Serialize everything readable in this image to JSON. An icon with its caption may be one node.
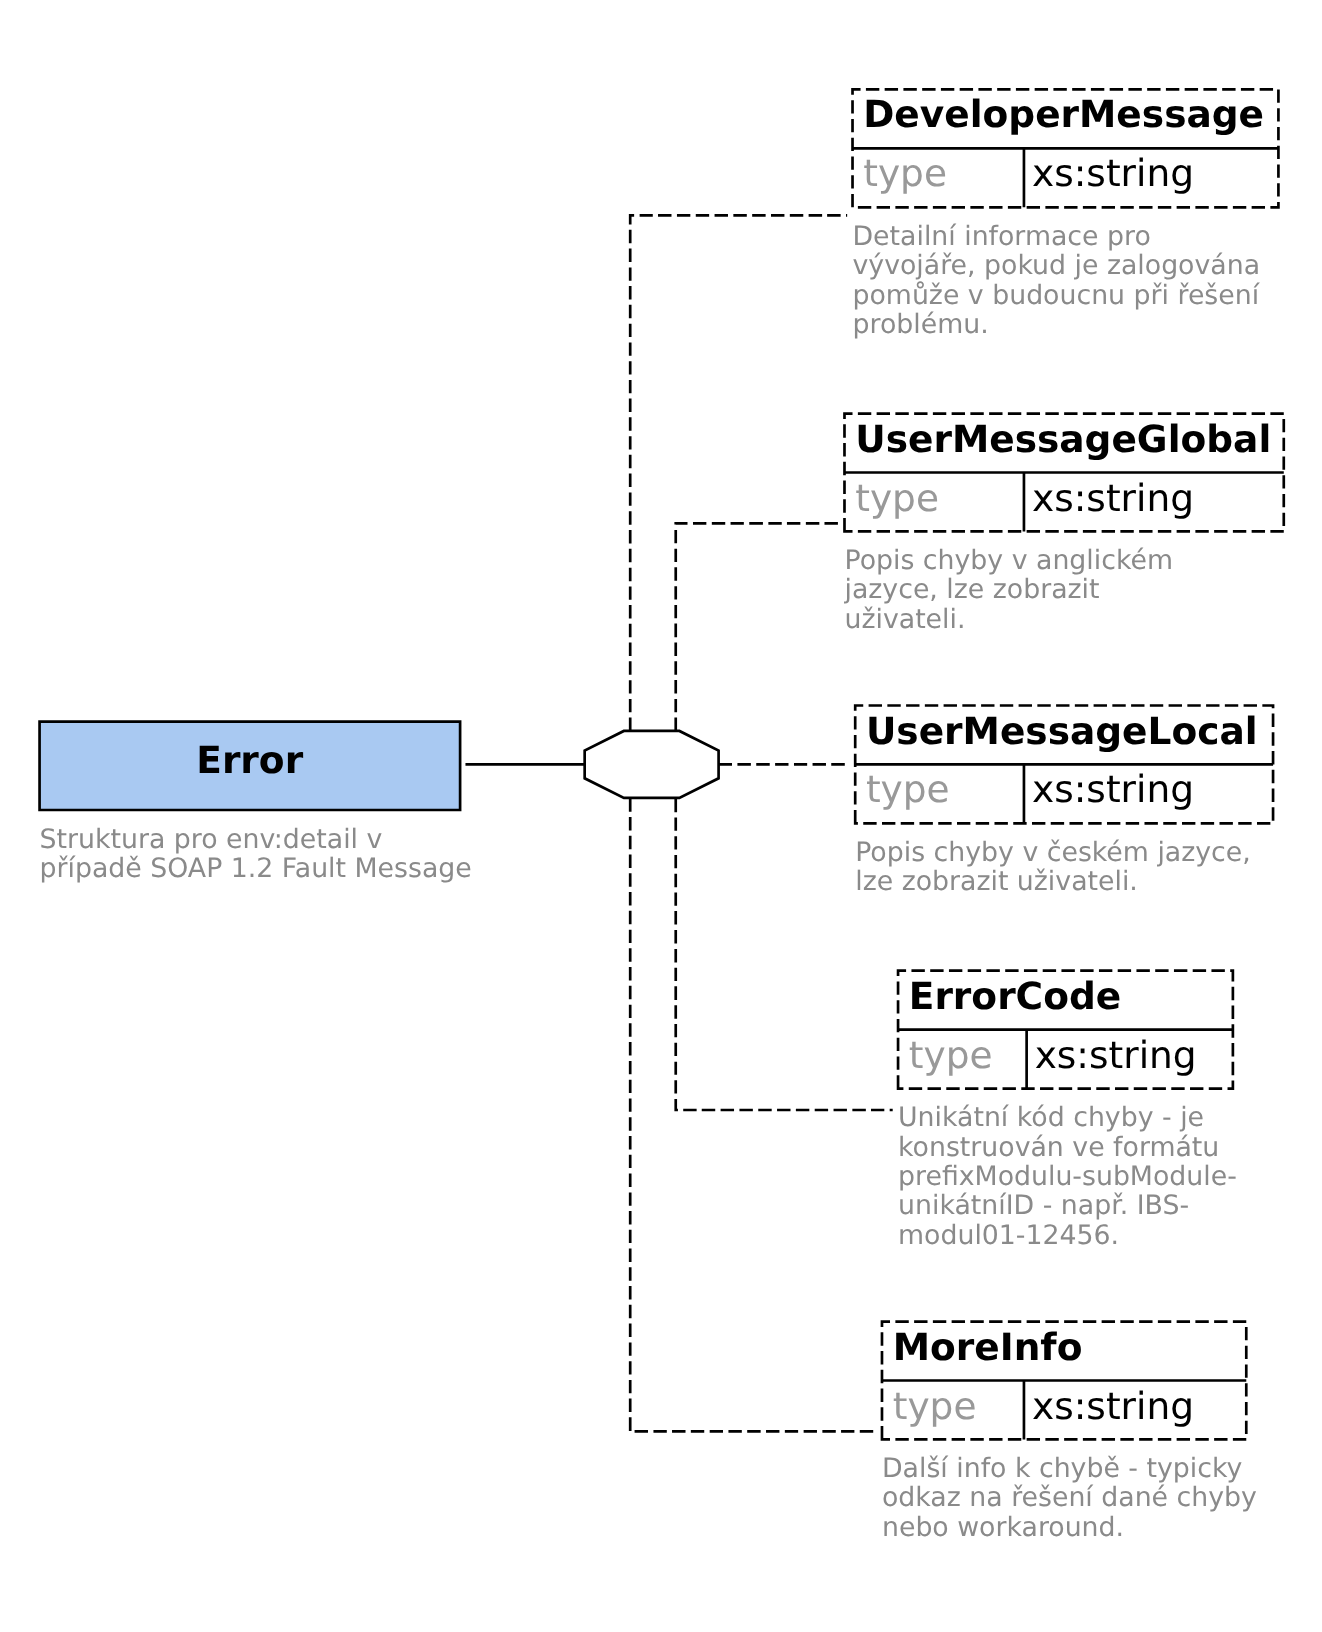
{
  "diagram": {
    "nodes": [
      {
        "text": [
          "Error"
        ],
        "beside": [
          "Struktura pro env:detail v případě SOAP 1.2 Fault Message"
        ]
      },
      {
        "text": [],
        "shape": "octagon"
      },
      {
        "text": [
          "DeveloperMessage",
          "type",
          "xs:string"
        ],
        "beside": [
          "Detailní informace pro vývojáře, pokud je zalogována pomůže v budoucnu při řešení problému."
        ]
      },
      {
        "text": [
          "UserMessageGlobal",
          "type",
          "xs:string"
        ],
        "beside": [
          "Popis chyby v anglickém jazyce, lze zobrazit uživateli."
        ]
      },
      {
        "text": [
          "UserMessageLocal",
          "type",
          "xs:string"
        ],
        "beside": [
          "Popis chyby v českém jazyce, lze zobrazit uživateli."
        ]
      },
      {
        "text": [
          "ErrorCode",
          "type",
          "xs:string"
        ],
        "beside": [
          "Unikátní kód chyby - je konstruován ve formátu prefixModulu-subModule-unikátníID - např. IBS-modul01-12456."
        ]
      },
      {
        "text": [
          "MoreInfo",
          "type",
          "xs:string"
        ],
        "beside": [
          "Další info k chybě - typicky odkaz na řešení dané chyby nebo workaround."
        ]
      }
    ],
    "edges": [
      {
        "from": 0,
        "to": 1,
        "arrow": "none"
      },
      {
        "from": 1,
        "to": 2,
        "arrow": "none",
        "style": "dashed"
      },
      {
        "from": 1,
        "to": 3,
        "arrow": "none",
        "style": "dashed"
      },
      {
        "from": 1,
        "to": 4,
        "arrow": "none",
        "style": "dashed"
      },
      {
        "from": 1,
        "to": 5,
        "arrow": "none",
        "style": "dashed"
      },
      {
        "from": 1,
        "to": 6,
        "arrow": "none",
        "style": "dashed"
      }
    ]
  }
}
